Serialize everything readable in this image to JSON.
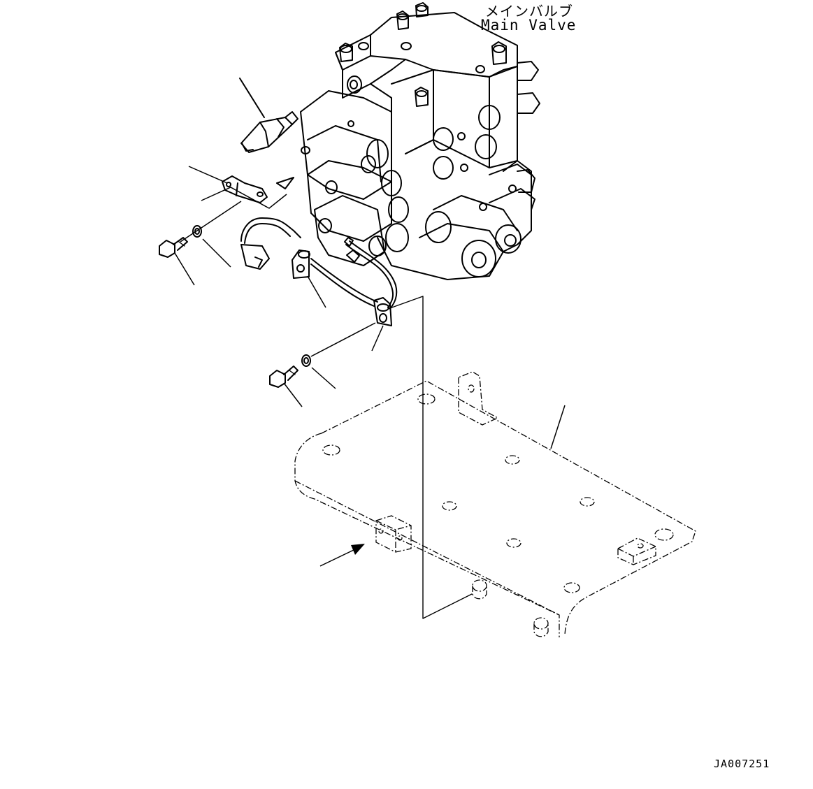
{
  "labels": {
    "main_valve_jp": "メインバルブ",
    "main_valve_en": "Main Valve",
    "drawing_code": "JA007251"
  },
  "colors": {
    "line": "#000000",
    "background": "#ffffff"
  }
}
